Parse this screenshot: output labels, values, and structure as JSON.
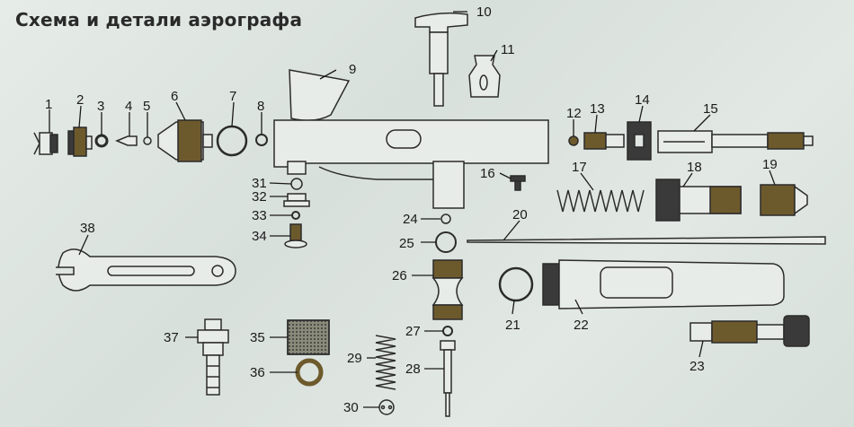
{
  "title": "Схема и детали аэрографа",
  "labels": [
    "1",
    "2",
    "3",
    "4",
    "5",
    "6",
    "7",
    "8",
    "9",
    "10",
    "11",
    "12",
    "13",
    "14",
    "15",
    "16",
    "17",
    "18",
    "19",
    "20",
    "21",
    "22",
    "23",
    "24",
    "25",
    "26",
    "27",
    "28",
    "29",
    "30",
    "31",
    "32",
    "33",
    "34",
    "35",
    "36",
    "37",
    "38"
  ],
  "colors": {
    "line": "#2b2b2b",
    "body": "#e8ece9",
    "dark": "#3a3a3a",
    "brass": "#6d5a2c"
  }
}
